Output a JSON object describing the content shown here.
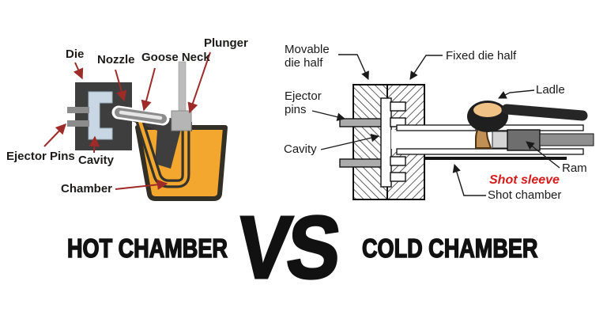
{
  "colors": {
    "molten-orange": "#f3a72e",
    "dark-metal": "#3e3e3e",
    "pot-outline": "#322f27",
    "cavity-blue": "#c9d7e4",
    "steel-gray": "#8c8c8c",
    "arrow-red": "#9e2b28",
    "text-dark": "#1d1c1a",
    "line-black": "#1a1a1a",
    "ladle-metal": "#f0c285",
    "stream-brown": "#c09055",
    "ram-gray": "#6e6e6e",
    "rod-gray": "#8f8f8f",
    "plug-gray": "#d4d4d4",
    "pin-gray": "#ababab",
    "shot-sleeve-red": "#d51c1c",
    "title-black": "#111111"
  },
  "hot_chamber": {
    "labels": {
      "die": "Die",
      "nozzle": "Nozzle",
      "goose_neck": "Goose Neck",
      "plunger": "Plunger",
      "ejector_pins": "Ejector Pins",
      "cavity": "Cavity",
      "chamber": "Chamber"
    }
  },
  "cold_chamber": {
    "labels": {
      "movable_die_half": "Movable die half",
      "fixed_die_half": "Fixed die half",
      "ejector_pins": "Ejector pins",
      "cavity": "Cavity",
      "ladle": "Ladle",
      "ram": "Ram",
      "shot_sleeve": "Shot sleeve",
      "shot_chamber": "Shot chamber"
    }
  },
  "footer": {
    "hot_title": "HOT CHAMBER",
    "vs": "VS",
    "cold_title": "COLD CHAMBER"
  }
}
